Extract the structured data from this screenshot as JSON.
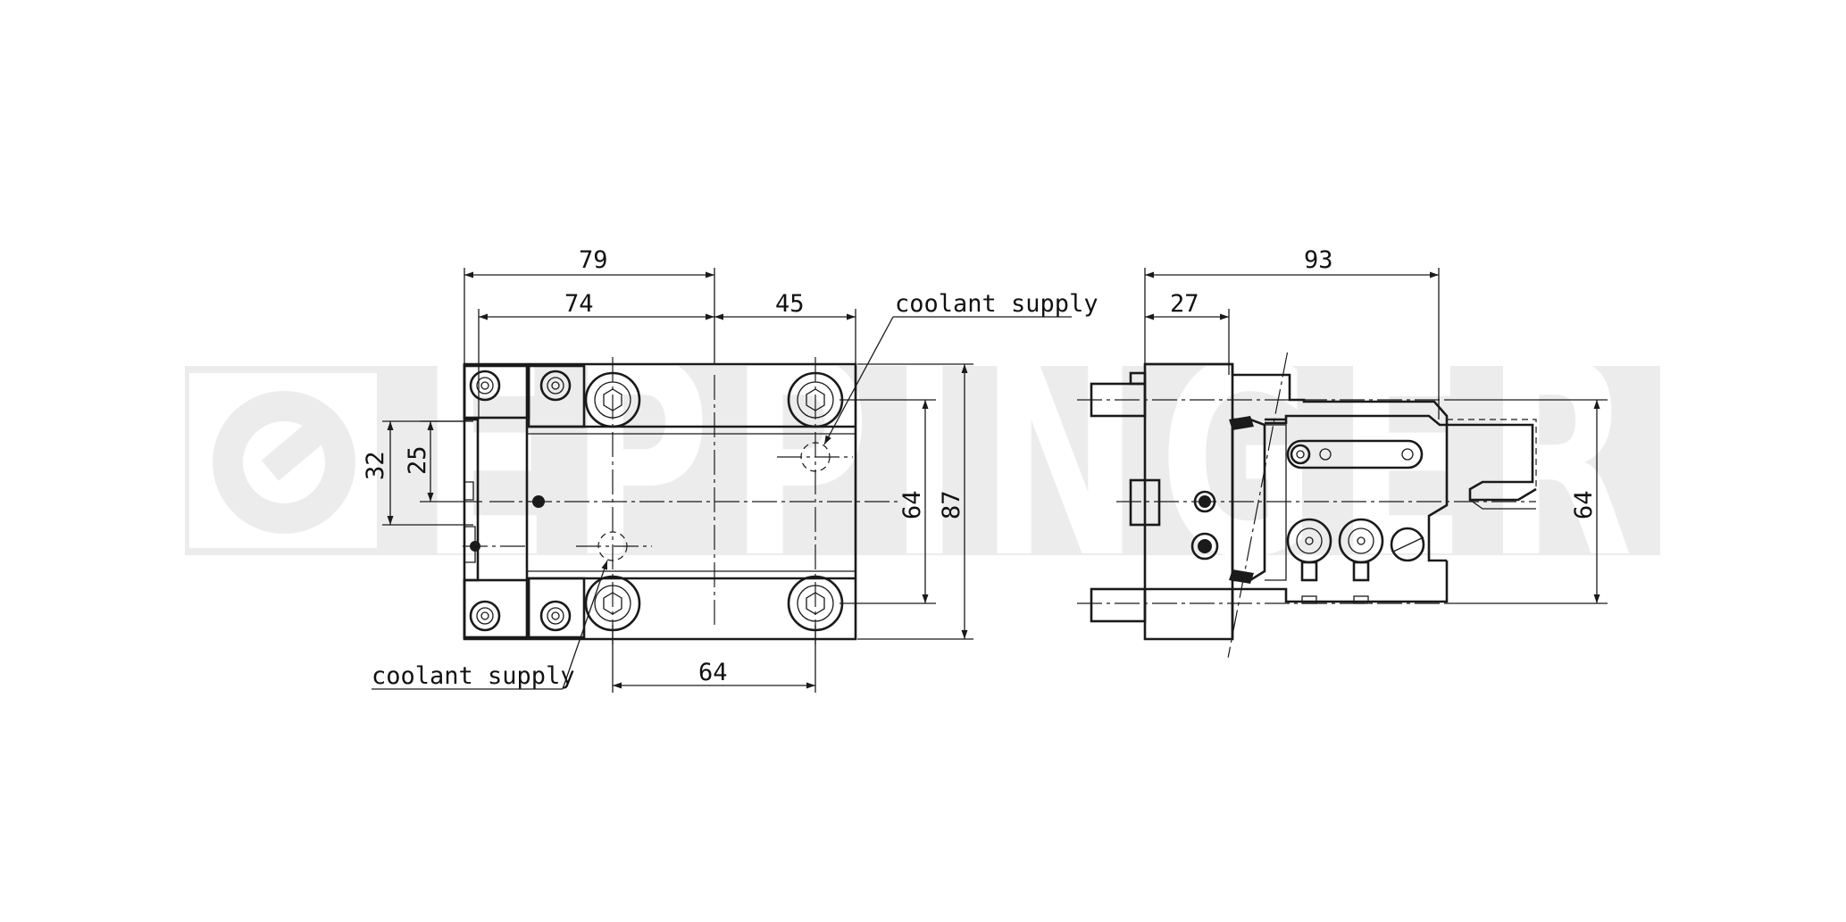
{
  "watermark": {
    "text": "EPPINGER",
    "band_color": "#ececec"
  },
  "labels": {
    "coolant_top": "coolant supply",
    "coolant_bottom": "coolant supply"
  },
  "front_view": {
    "dim_79": "79",
    "dim_74": "74",
    "dim_45": "45",
    "dim_32": "32",
    "dim_25": "25",
    "dim_64_vertical": "64",
    "dim_87": "87",
    "dim_64_horizontal": "64"
  },
  "side_view": {
    "dim_93": "93",
    "dim_27": "27",
    "dim_64": "64"
  },
  "colors": {
    "line": "#1a1a1a",
    "background": "#ffffff"
  }
}
